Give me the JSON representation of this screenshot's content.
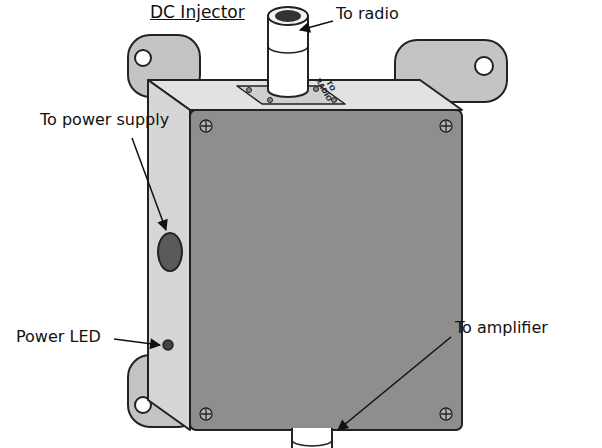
{
  "diagram": {
    "title": "DC Injector",
    "labels": [
      "To radio",
      "To power supply",
      "Power LED",
      "To amplifier",
      "TO RADIO"
    ]
  }
}
